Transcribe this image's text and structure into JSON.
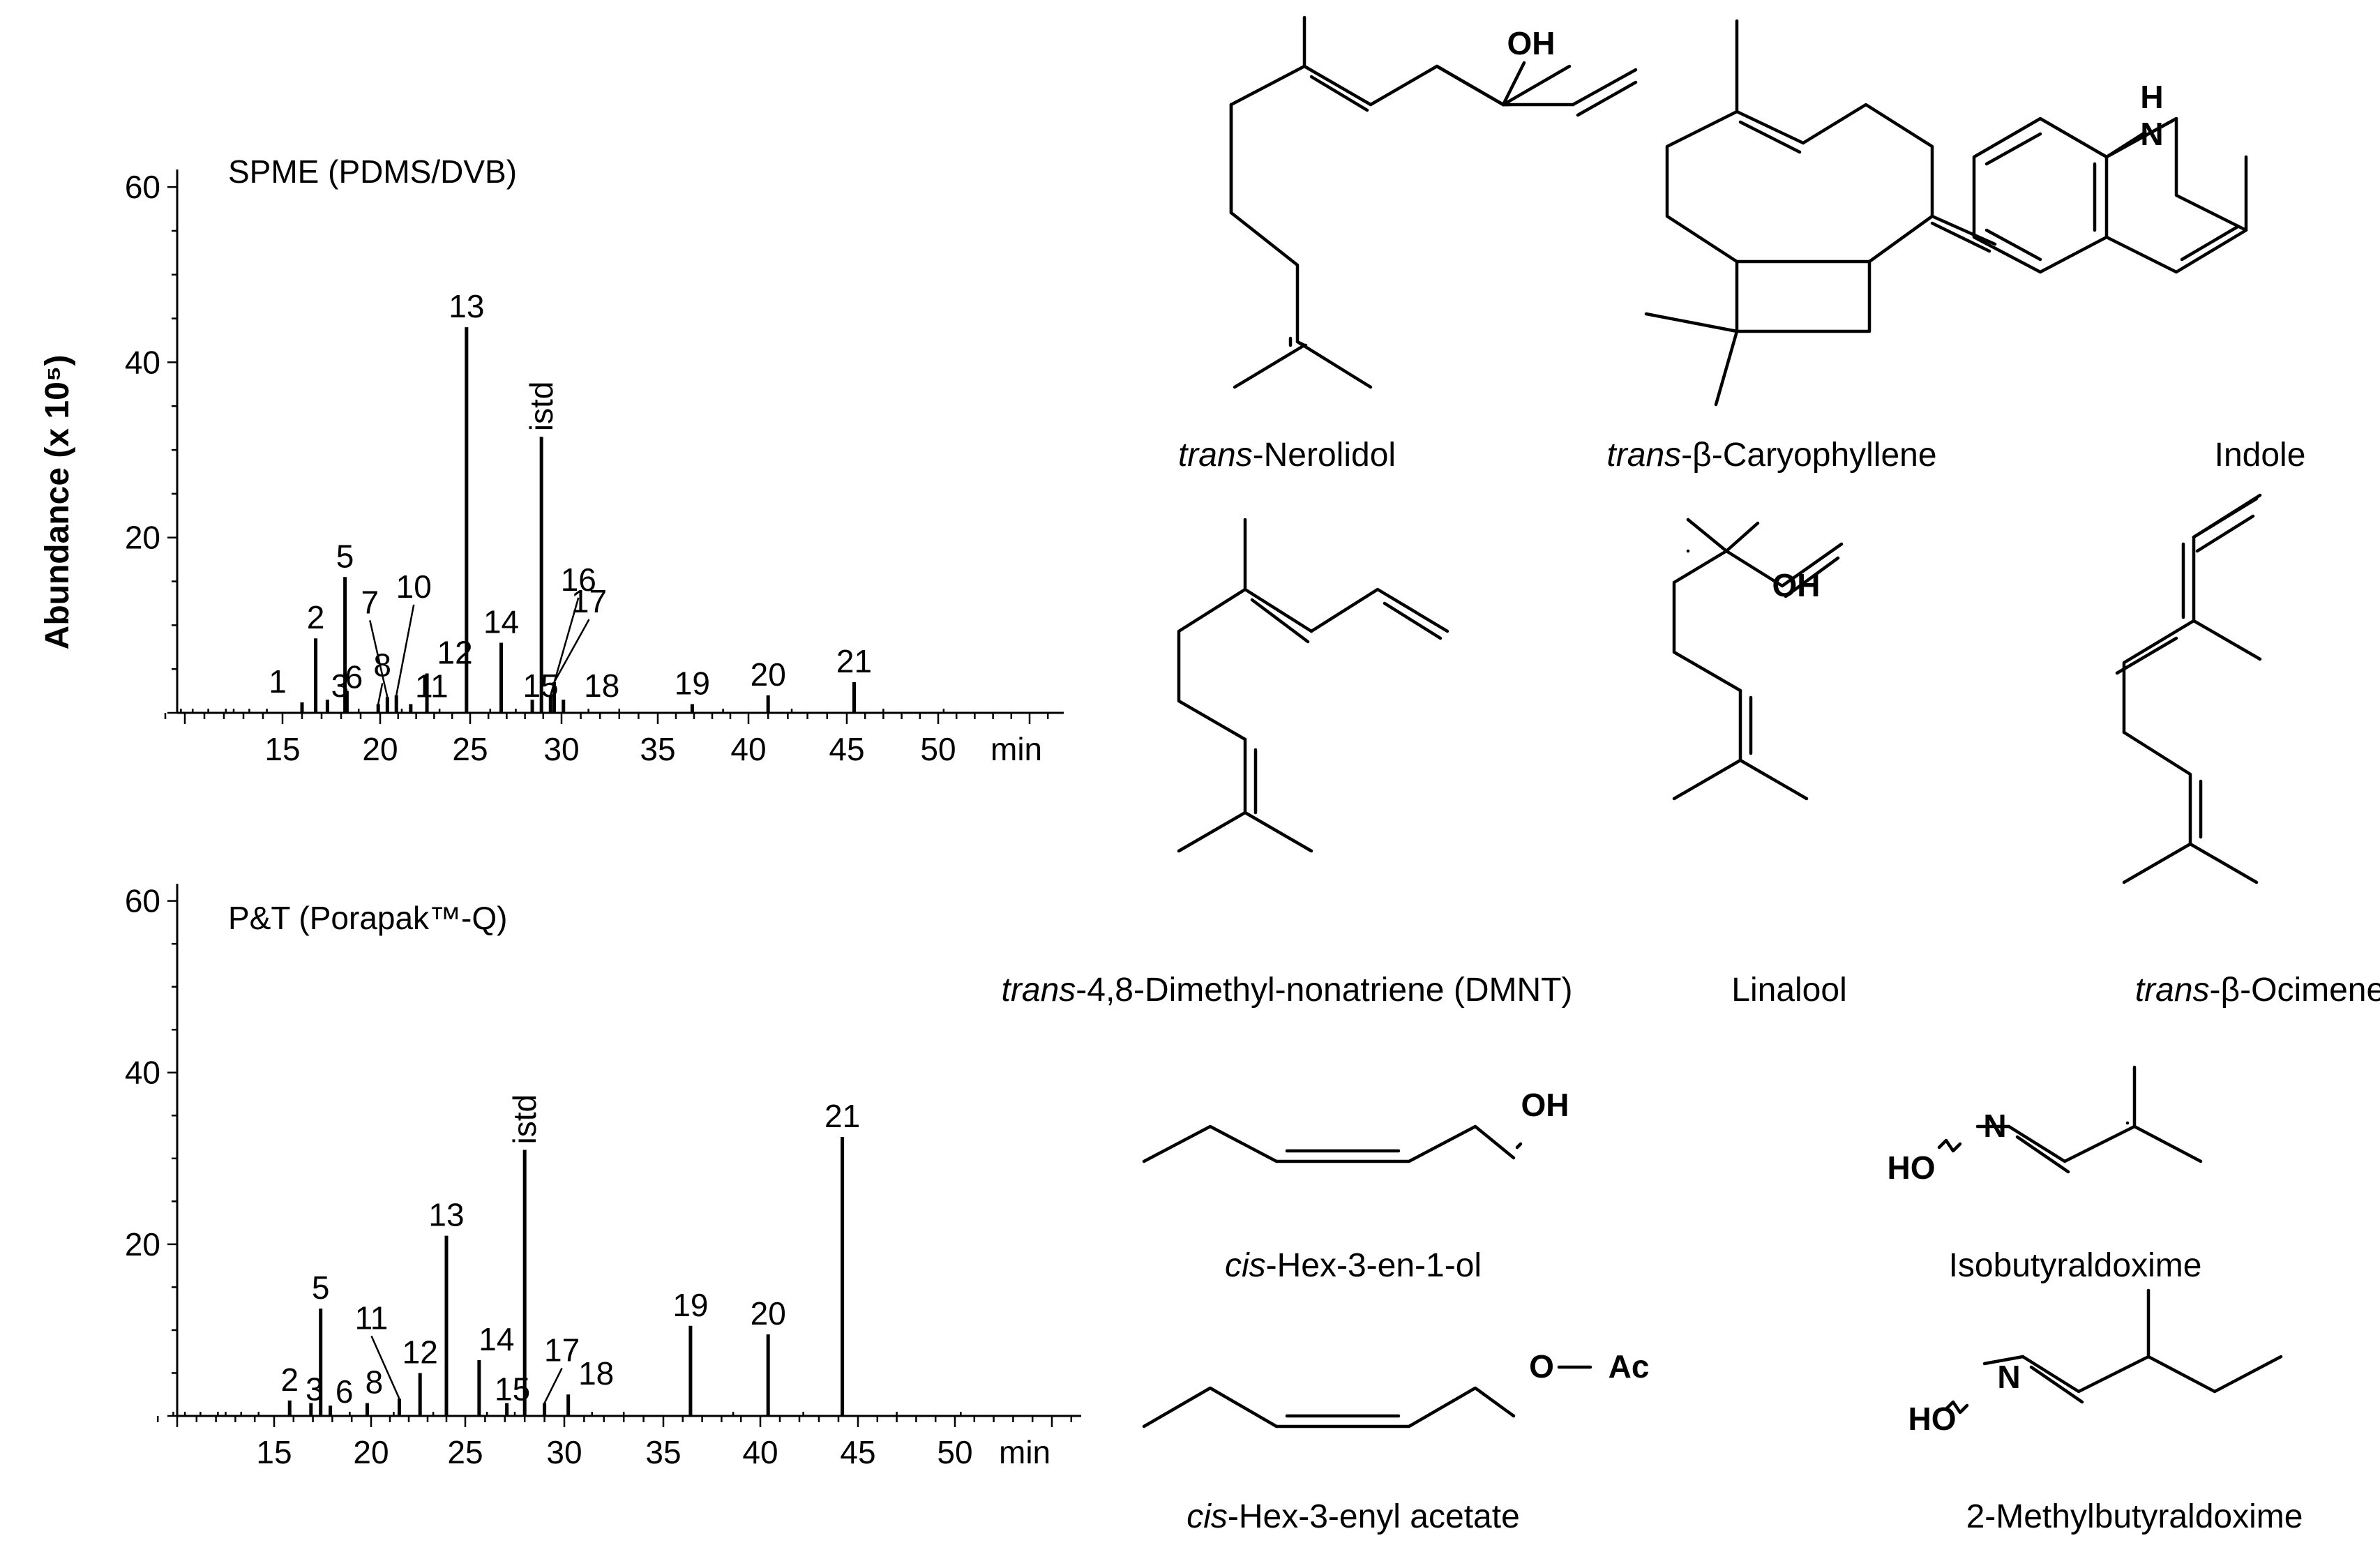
{
  "y_axis_label": "Abundance (x 10⁵)",
  "chart_data": [
    {
      "type": "line",
      "title": "SPME (PDMS/DVB)",
      "xlabel": "min",
      "ylabel": "Abundance (x 10⁵)",
      "xlim": [
        9,
        56
      ],
      "ylim": [
        0,
        62
      ],
      "x_ticks": [
        15,
        20,
        25,
        30,
        35,
        40,
        45,
        50
      ],
      "y_ticks": [
        20,
        40,
        60
      ],
      "grid": false,
      "peaks": [
        {
          "rt": 16.0,
          "height": 1.2,
          "label": "1"
        },
        {
          "rt": 16.7,
          "height": 8.5,
          "label": "2"
        },
        {
          "rt": 17.3,
          "height": 1.5,
          "label": "3"
        },
        {
          "rt": 18.3,
          "height": 2.5,
          "label": "6"
        },
        {
          "rt": 19.9,
          "height": 1.0,
          "label": "8"
        },
        {
          "rt": 20.4,
          "height": 1.8,
          "label": "7"
        },
        {
          "rt": 20.9,
          "height": 2.0,
          "label": "10"
        },
        {
          "rt": 21.7,
          "height": 1.0,
          "label": "11"
        },
        {
          "rt": 22.6,
          "height": 4.5,
          "label": "12"
        },
        {
          "rt": 24.8,
          "height": 44.0,
          "label": "13"
        },
        {
          "rt": 26.7,
          "height": 8.0,
          "label": "14"
        },
        {
          "rt": 28.4,
          "height": 1.5,
          "label": "15"
        },
        {
          "rt": 28.9,
          "height": 31.5,
          "label": "istd"
        },
        {
          "rt": 29.4,
          "height": 2.0,
          "label": "16"
        },
        {
          "rt": 29.6,
          "height": 3.5,
          "label": "17"
        },
        {
          "rt": 30.1,
          "height": 1.5,
          "label": "18"
        },
        {
          "rt": 36.9,
          "height": 1.0,
          "label": "19"
        },
        {
          "rt": 41.0,
          "height": 2.0,
          "label": "20"
        },
        {
          "rt": 45.4,
          "height": 3.5,
          "label": "21"
        },
        {
          "rt": 18.2,
          "height": 15.5,
          "label": "5"
        }
      ]
    },
    {
      "type": "line",
      "title": "P&T (Porapak™-Q)",
      "xlabel": "min",
      "ylabel": "Abundance (x 10⁵)",
      "xlim": [
        9,
        57
      ],
      "ylim": [
        0,
        62
      ],
      "x_ticks": [
        15,
        20,
        25,
        30,
        35,
        40,
        45,
        50
      ],
      "y_ticks": [
        20,
        40,
        60
      ],
      "grid": false,
      "peaks": [
        {
          "rt": 15.8,
          "height": 1.8,
          "label": "2"
        },
        {
          "rt": 16.9,
          "height": 1.5,
          "label": "3"
        },
        {
          "rt": 17.4,
          "height": 12.5,
          "label": "5"
        },
        {
          "rt": 17.9,
          "height": 1.2,
          "label": "6"
        },
        {
          "rt": 19.8,
          "height": 1.5,
          "label": "8"
        },
        {
          "rt": 21.5,
          "height": 2.0,
          "label": "11"
        },
        {
          "rt": 22.6,
          "height": 5.0,
          "label": "12"
        },
        {
          "rt": 24.0,
          "height": 21.0,
          "label": "13"
        },
        {
          "rt": 25.7,
          "height": 6.5,
          "label": "14"
        },
        {
          "rt": 27.1,
          "height": 1.5,
          "label": "15"
        },
        {
          "rt": 28.0,
          "height": 31.0,
          "label": "istd"
        },
        {
          "rt": 29.0,
          "height": 1.5,
          "label": "17"
        },
        {
          "rt": 30.2,
          "height": 2.5,
          "label": "18"
        },
        {
          "rt": 36.4,
          "height": 10.5,
          "label": "19"
        },
        {
          "rt": 40.4,
          "height": 9.5,
          "label": "20"
        },
        {
          "rt": 44.2,
          "height": 32.5,
          "label": "21"
        }
      ]
    }
  ],
  "structures": [
    {
      "id": "nerolidol",
      "name_italic": "trans",
      "name_rest": "-Nerolidol",
      "group": "OH"
    },
    {
      "id": "caryophyllene",
      "name_italic": "trans",
      "name_rest": "-β-Caryophyllene"
    },
    {
      "id": "indole",
      "name_italic": "",
      "name_rest": "Indole",
      "group": "H",
      "group2": "N"
    },
    {
      "id": "dmnt",
      "name_italic": "trans",
      "name_rest": "-4,8-Dimethyl-nonatriene (DMNT)"
    },
    {
      "id": "linalool",
      "name_italic": "",
      "name_rest": "Linalool",
      "group": "OH"
    },
    {
      "id": "ocimene",
      "name_italic": "trans",
      "name_rest": "-β-Ocimene"
    },
    {
      "id": "hexenol",
      "name_italic": "cis",
      "name_rest": "-Hex-3-en-1-ol",
      "group": "OH"
    },
    {
      "id": "isobutyraldoxime",
      "name_italic": "",
      "name_rest": "Isobutyraldoxime",
      "group": "HO",
      "group2": "N"
    },
    {
      "id": "hexenyl_acetate",
      "name_italic": "cis",
      "name_rest": "-Hex-3-enyl acetate",
      "group": "O",
      "group2": "Ac"
    },
    {
      "id": "methylbutyraldoxime",
      "name_italic": "",
      "name_rest": "2-Methylbutyraldoxime",
      "group": "HO",
      "group2": "N"
    }
  ]
}
